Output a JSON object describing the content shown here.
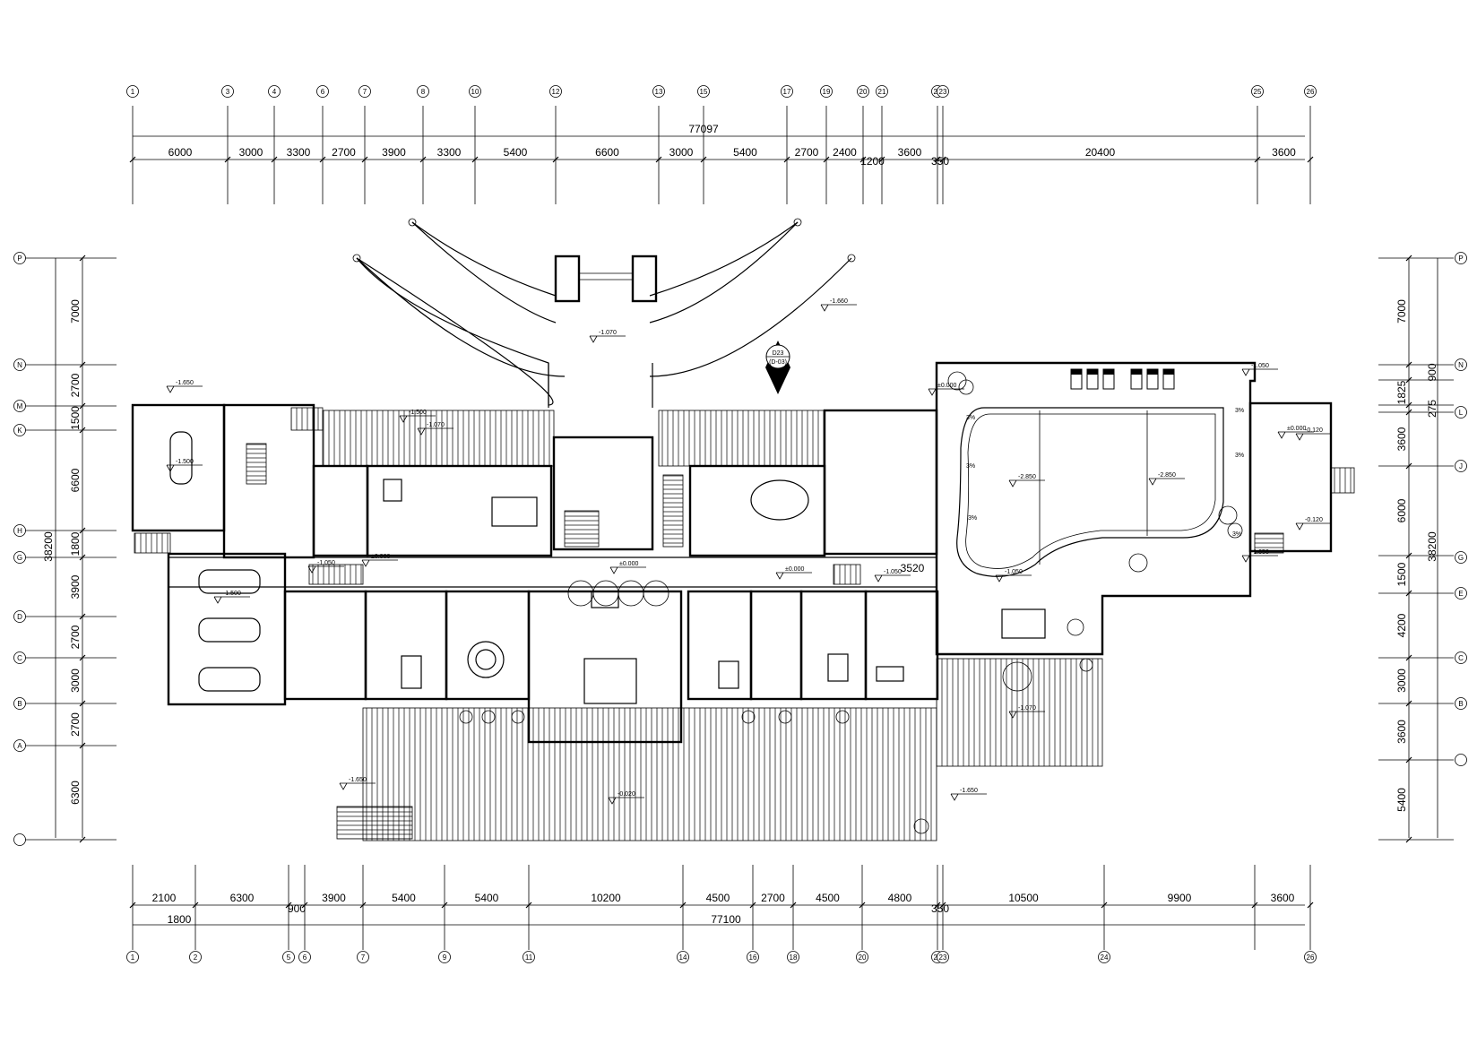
{
  "drawing": {
    "top_total": "77097",
    "bottom_total": "77100",
    "left_total": "38200",
    "right_total": "38200",
    "dim_3520": "3520",
    "section_mark_top": "D23",
    "section_mark_bottom": "(D-03)"
  },
  "top_dims": [
    "6000",
    "3000",
    "3300",
    "2700",
    "3900",
    "3300",
    "5400",
    "6600",
    "3000",
    "5400",
    "2700",
    "2400",
    "1200",
    "3600",
    "350",
    "20400",
    "3600"
  ],
  "top_grid": [
    "1",
    "3",
    "4",
    "6",
    "7",
    "8",
    "10",
    "12",
    "13",
    "15",
    "17",
    "19",
    "20",
    "21",
    "22",
    "23",
    "25",
    "26"
  ],
  "bottom_dims": [
    "2100",
    "6300",
    "900",
    "3900",
    "5400",
    "5400",
    "10200",
    "4500",
    "2700",
    "4500",
    "4800",
    "350",
    "10500",
    "9900",
    "3600"
  ],
  "bottom_dim_1800": "1800",
  "bottom_grid": [
    "1",
    "2",
    "5",
    "6",
    "7",
    "9",
    "11",
    "14",
    "16",
    "18",
    "20",
    "22",
    "23",
    "24",
    "26"
  ],
  "left_dims": [
    "7000",
    "2700",
    "1500",
    "6600",
    "1800",
    "3900",
    "2700",
    "3000",
    "2700",
    "6300"
  ],
  "left_grid": [
    "P",
    "N",
    "M",
    "K",
    "H",
    "G",
    "D",
    "C",
    "B",
    "A",
    ""
  ],
  "right_dims": [
    "7000",
    "900",
    "1825",
    "275",
    "3600",
    "6000",
    "1500",
    "4200",
    "3000",
    "3600",
    "5400"
  ],
  "right_grid": [
    "P",
    "N",
    "L",
    "J",
    "G",
    "E",
    "C",
    "B",
    ""
  ],
  "levels": [
    "-1.660",
    "-1.070",
    "-1.650",
    "-1.070",
    "-1.500",
    "-1.500",
    "-1.050",
    "±0.000",
    "±0.000",
    "±0.000",
    "-1.050",
    "-1.050",
    "-1.650",
    "-1.650",
    "±0.000",
    "-0.120",
    "-0.120",
    "-1.050",
    "-1.050",
    "-2.850",
    "-2.850",
    "-1.070",
    "-0.020",
    "-1.500",
    "±0.000"
  ],
  "pool_marks": [
    "3%",
    "3%",
    "3%",
    "3%",
    "3%",
    "3%"
  ],
  "colors": {
    "ink": "#000000",
    "paper": "#ffffff"
  }
}
